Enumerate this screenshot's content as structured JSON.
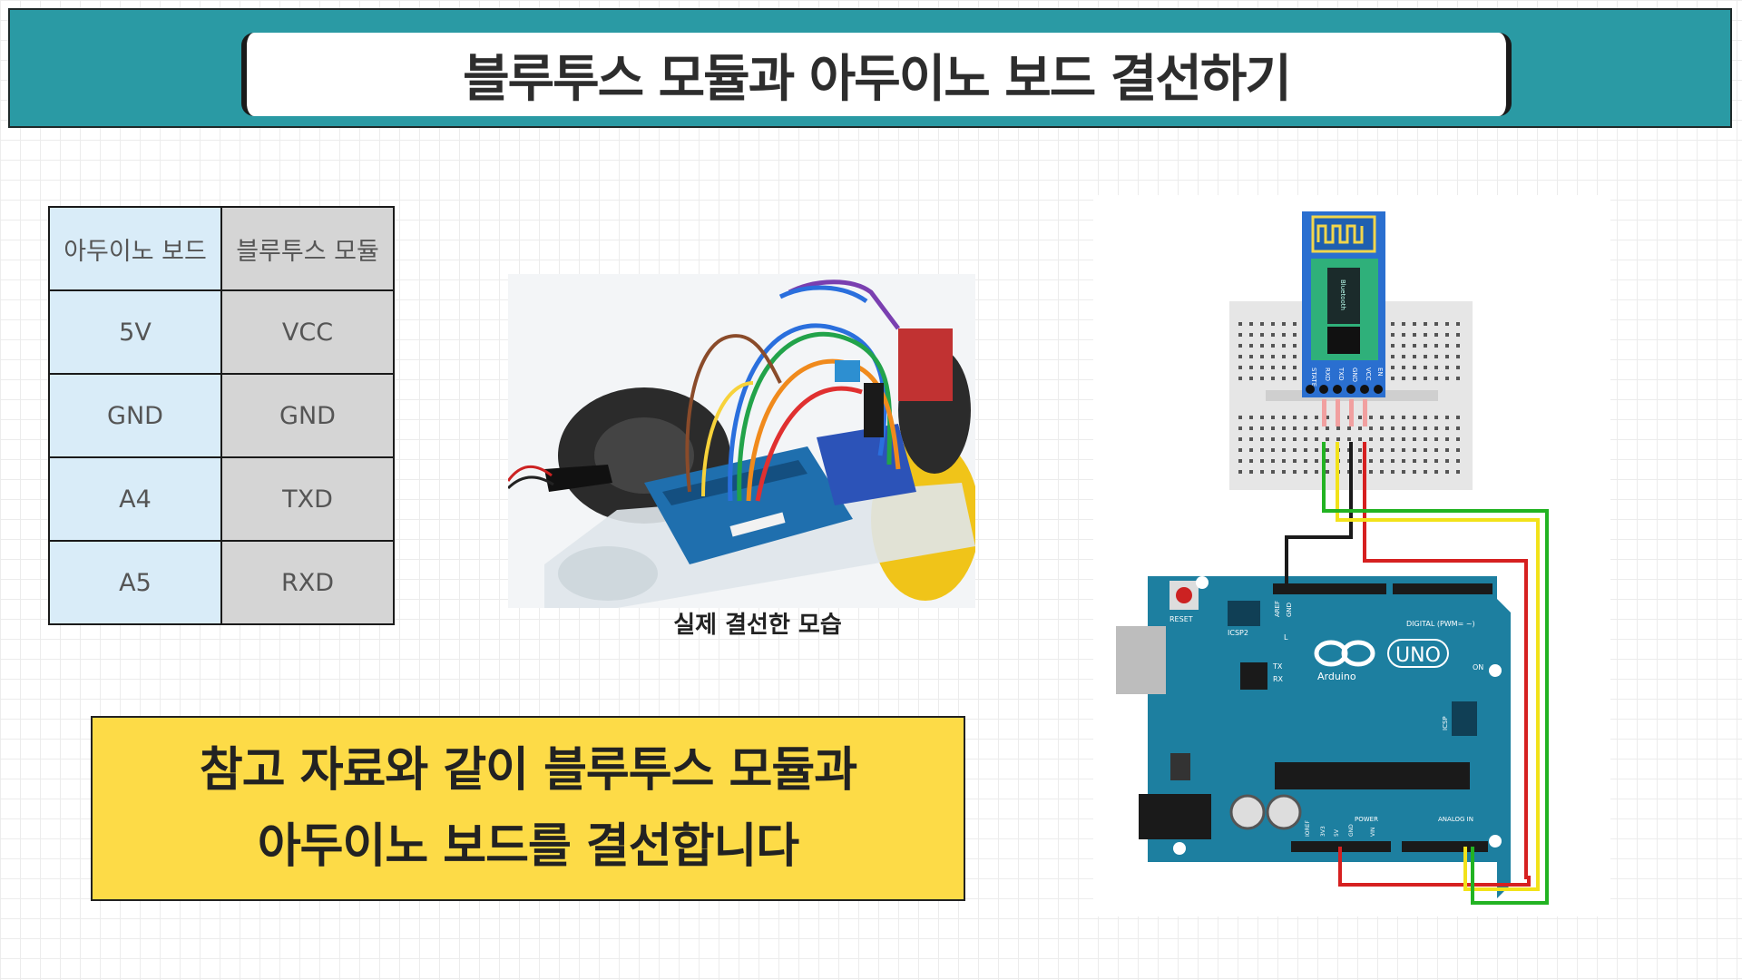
{
  "header": {
    "title": "블루투스 모듈과 아두이노 보드 결선하기"
  },
  "table": {
    "headers": [
      "아두이노 보드",
      "블루투스 모듈"
    ],
    "rows": [
      [
        "5V",
        "VCC"
      ],
      [
        "GND",
        "GND"
      ],
      [
        "A4",
        "TXD"
      ],
      [
        "A5",
        "RXD"
      ]
    ]
  },
  "photo": {
    "caption": "실제 결선한 모습"
  },
  "notice": {
    "line1": "참고 자료와 같이 블루투스 모듈과",
    "line2": "아두이노 보드를 결선합니다"
  },
  "diagram": {
    "module_pins": [
      "STATE",
      "RXD",
      "TXD",
      "GND",
      "VCC",
      "EN"
    ],
    "module_label": "Bluetooth",
    "board_brand": "Arduino",
    "board_model": "UNO",
    "labels": {
      "reset": "RESET",
      "icsp2": "ICSP2",
      "icsp": "ICSP",
      "digital": "DIGITAL (PWM= ~)",
      "analog": "ANALOG IN",
      "power": "POWER",
      "on": "ON",
      "l": "L",
      "tx": "TX",
      "rx": "RX",
      "aref": "AREF",
      "gnd": "GND",
      "ioref": "IOREF",
      "v33": "3V3",
      "v5": "5V",
      "vin": "VIN"
    },
    "colors": {
      "board": "#1d7fa0",
      "module": "#1f6fbf",
      "wire_red": "#d62020",
      "wire_black": "#1a1a1a",
      "wire_yellow": "#f2e21a",
      "wire_green": "#22b322"
    }
  }
}
